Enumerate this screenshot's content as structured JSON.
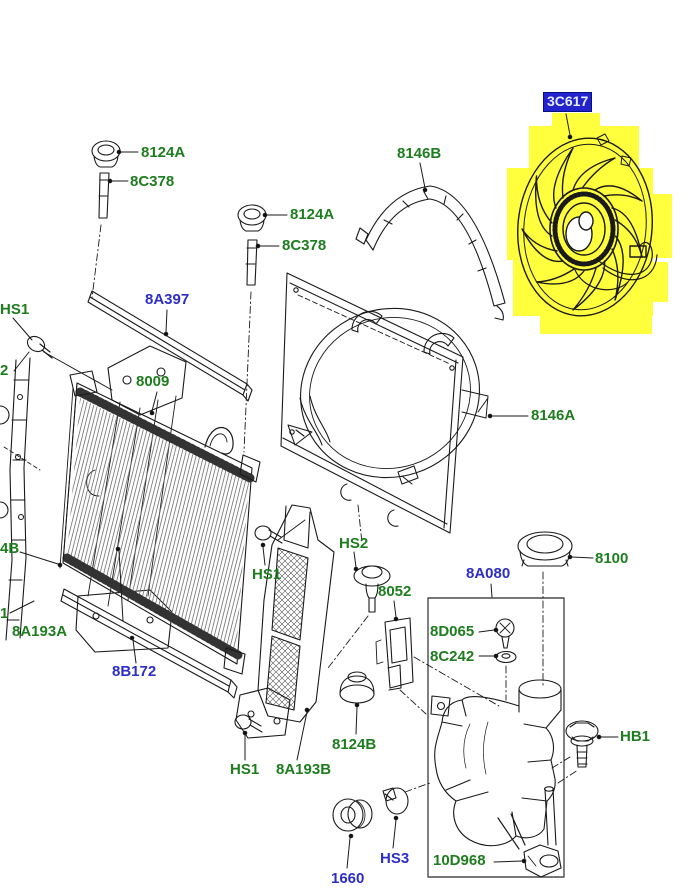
{
  "diagram": {
    "type": "exploded-parts-diagram",
    "subject": "radiator-and-cooling-fan-assembly",
    "selected_part": "3C617",
    "colors": {
      "callout_green": "#1e7d1e",
      "callout_blue": "#2d2dc8",
      "selected_background": "#2323cd",
      "selected_text": "#e8ecff",
      "highlight_yellow": "#ffff3d",
      "line_art": "#1a1a1a"
    },
    "labels": {
      "p8124a_1": {
        "text": "8124A"
      },
      "p8c378_1": {
        "text": "8C378"
      },
      "p8124a_2": {
        "text": "8124A"
      },
      "p8c378_2": {
        "text": "8C378"
      },
      "p8146b": {
        "text": "8146B"
      },
      "p3c617": {
        "text": "3C617"
      },
      "p8a397": {
        "text": "8A397"
      },
      "p8009": {
        "text": "8009"
      },
      "p8146a": {
        "text": "8146A"
      },
      "hs1_top": {
        "text": "HS1"
      },
      "p2": {
        "text": "2"
      },
      "p4b": {
        "text": "4B"
      },
      "p1": {
        "text": "1"
      },
      "p8a193a": {
        "text": "8A193A"
      },
      "p8b172": {
        "text": "8B172"
      },
      "hs1_mid": {
        "text": "HS1"
      },
      "hs2": {
        "text": "HS2"
      },
      "p8052": {
        "text": "8052"
      },
      "p8a080": {
        "text": "8A080"
      },
      "p8100": {
        "text": "8100"
      },
      "p8d065": {
        "text": "8D065"
      },
      "p8c242": {
        "text": "8C242"
      },
      "hb1": {
        "text": "HB1"
      },
      "p8124b": {
        "text": "8124B"
      },
      "hs1_bot": {
        "text": "HS1"
      },
      "p8a193b": {
        "text": "8A193B"
      },
      "p1660": {
        "text": "1660"
      },
      "hs3": {
        "text": "HS3"
      },
      "p10d968": {
        "text": "10D968"
      }
    }
  }
}
